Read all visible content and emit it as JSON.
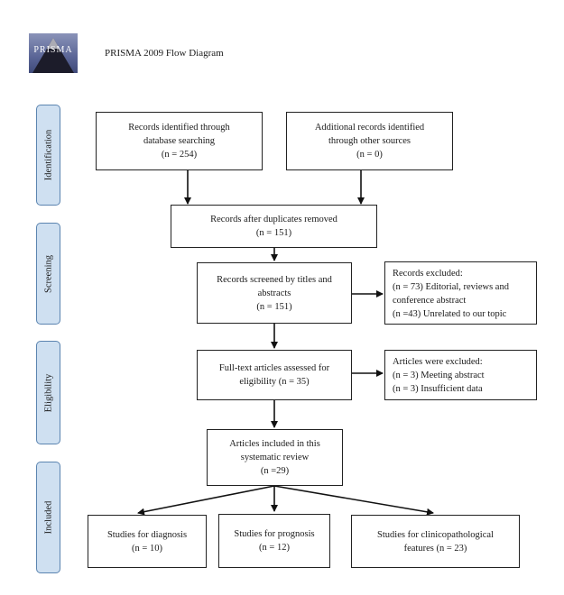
{
  "header": {
    "logo_text": "PRISMA",
    "title": "PRISMA 2009 Flow Diagram"
  },
  "phases": {
    "identification": "Identification",
    "screening": "Screening",
    "eligibility": "Eligibility",
    "included": "Included"
  },
  "boxes": {
    "database": {
      "lines": [
        "Records identified through",
        "database searching",
        "(n = 254)"
      ]
    },
    "other_sources": {
      "lines": [
        "Additional records identified",
        "through other sources",
        "(n = 0)"
      ]
    },
    "duplicates": {
      "lines": [
        "Records after duplicates removed",
        "(n = 151)"
      ]
    },
    "screened": {
      "lines": [
        "Records screened by titles and",
        "abstracts",
        "(n = 151)"
      ]
    },
    "excluded_records": {
      "lines": [
        "Records excluded:",
        "(n = 73)  Editorial, reviews and",
        "conference abstract",
        "(n =43)  Unrelated to our topic"
      ]
    },
    "fulltext": {
      "lines": [
        "Full-text articles assessed for",
        "eligibility (n = 35)"
      ]
    },
    "excluded_articles": {
      "lines": [
        "Articles were excluded:",
        "(n = 3)  Meeting abstract",
        "(n = 3)  Insufficient data"
      ]
    },
    "included": {
      "lines": [
        "Articles included in this",
        "systematic review",
        "(n =29)"
      ]
    },
    "diagnosis": {
      "lines": [
        "Studies for diagnosis",
        "(n = 10)"
      ]
    },
    "prognosis": {
      "lines": [
        "Studies for prognosis",
        "(n = 12)"
      ]
    },
    "clinicopathological": {
      "lines": [
        "Studies for clinicopathological",
        "features (n = 23)"
      ]
    }
  },
  "colors": {
    "phase_fill": "#cfe0f1",
    "phase_border": "#5b84b0"
  }
}
